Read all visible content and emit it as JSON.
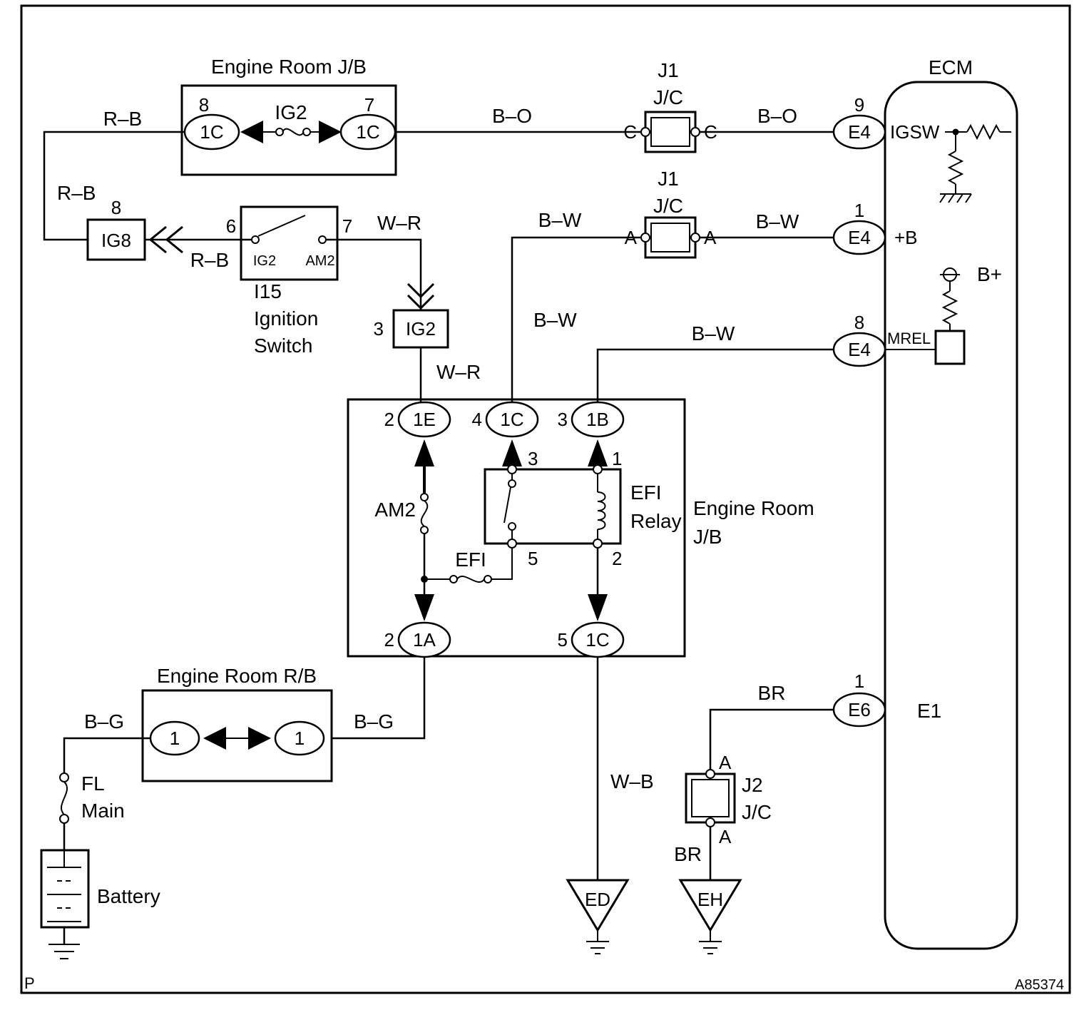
{
  "page": {
    "marker": "P",
    "ref": "A85374"
  },
  "top_jb": {
    "title": "Engine Room J/B",
    "pin_left": "8",
    "conn_left": "1C",
    "fuse": "IG2",
    "pin_right": "7",
    "conn_right": "1C"
  },
  "ig8": {
    "pin": "8",
    "label": "IG8"
  },
  "ignition_switch": {
    "pin_left": "6",
    "pin_right": "7",
    "terminal_left": "IG2",
    "terminal_right": "AM2",
    "code": "I15",
    "name1": "Ignition",
    "name2": "Switch"
  },
  "ig2_conn": {
    "pin": "3",
    "label": "IG2"
  },
  "j1_top": {
    "code": "J1",
    "type": "J/C",
    "pin_left": "C",
    "pin_right": "C"
  },
  "j1_mid": {
    "code": "J1",
    "type": "J/C",
    "pin_left": "A",
    "pin_right": "A"
  },
  "j2": {
    "code": "J2",
    "type": "J/C",
    "pin_top": "A",
    "pin_bottom": "A"
  },
  "ecm": {
    "title": "ECM",
    "b_plus": "B+",
    "igsw": {
      "pin": "9",
      "conn": "E4",
      "name": "IGSW"
    },
    "plus_b": {
      "pin": "1",
      "conn": "E4",
      "name": "+B"
    },
    "mrel": {
      "pin": "8",
      "conn": "E4",
      "name": "MREL"
    },
    "e1": {
      "pin": "1",
      "conn": "E6",
      "name": "E1"
    }
  },
  "center_jb": {
    "name1": "Engine Room",
    "name2": "J/B",
    "conn_1e": {
      "pin": "2",
      "label": "1E"
    },
    "conn_1c_top": {
      "pin": "4",
      "label": "1C"
    },
    "conn_1b": {
      "pin": "3",
      "label": "1B"
    },
    "conn_1a": {
      "pin": "2",
      "label": "1A"
    },
    "conn_1c_bot": {
      "pin": "5",
      "label": "1C"
    },
    "fuse_am2": "AM2",
    "fuse_efi": "EFI",
    "relay": {
      "name1": "EFI",
      "name2": "Relay",
      "pin_3": "3",
      "pin_1": "1",
      "pin_5": "5",
      "pin_2": "2"
    }
  },
  "bottom_rb": {
    "title": "Engine Room R/B",
    "conn_left": "1",
    "conn_right": "1"
  },
  "fl_main": {
    "name1": "FL",
    "name2": "Main"
  },
  "battery": {
    "label": "Battery"
  },
  "grounds": {
    "ed": "ED",
    "eh": "EH"
  },
  "wires": {
    "rb_top": "R–B",
    "rb_vert": "R–B",
    "rb_sw": "R–B",
    "bo_1": "B–O",
    "bo_2": "B–O",
    "wr_1": "W–R",
    "wr_2": "W–R",
    "bw_top": "B–W",
    "bw_right": "B–W",
    "bw_vert": "B–W",
    "bw_mrel": "B–W",
    "bg_left": "B–G",
    "bg_right": "B–G",
    "wb": "W–B",
    "br_top": "BR",
    "br_bot": "BR"
  }
}
